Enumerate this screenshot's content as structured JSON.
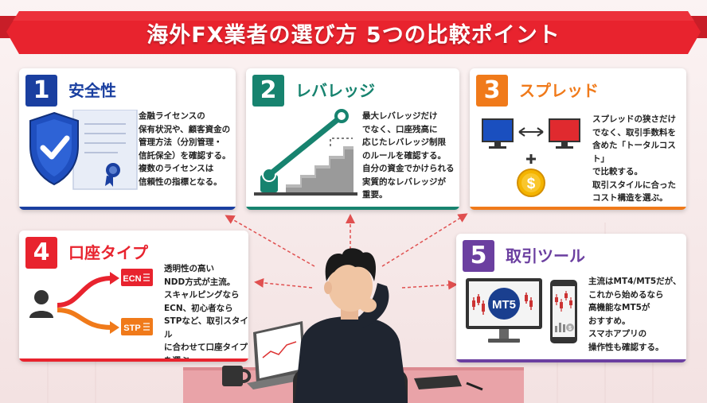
{
  "header": {
    "title": "海外FX業者の選び方  5つの比較ポイント"
  },
  "colors": {
    "red": "#e8232e",
    "blue": "#1a3fa0",
    "teal": "#17836f",
    "orange": "#f07a1a",
    "purple": "#6b3fa0"
  },
  "cards": [
    {
      "number": "1",
      "title": "安全性",
      "description": "金融ライセンスの\n保有状況や、顧客資金の\n管理方法（分別管理・\n信託保全）を確認する。\n複数のライセンスは\n信頼性の指標となる。",
      "icon": "shield-check-icon"
    },
    {
      "number": "2",
      "title": "レバレッジ",
      "description": "最大レバレッジだけ\nでなく、口座残高に\n応じたレバレッジ制限\nのルールを確認する。\n自分の資金でかけられる\n実質的なレバレッジが\n重要。",
      "icon": "leverage-stairs-icon"
    },
    {
      "number": "3",
      "title": "スプレッド",
      "description": "スプレッドの狭さだけ\nでなく、取引手数料を\n含めた「トータルコスト」\nで比較する。\n取引スタイルに合った\nコスト構造を選ぶ。",
      "icon": "dollar-coin-icon"
    },
    {
      "number": "4",
      "title": "口座タイプ",
      "description": "透明性の高い\nNDD方式が主流。\nスキャルピングなら\nECN、初心者なら\nSTPなど、取引スタイル\nに合わせて口座タイプ\nを選ぶ。",
      "icon": "account-branch-icon",
      "tag_ecn": "ECN",
      "tag_stp": "STP"
    },
    {
      "number": "5",
      "title": "取引ツール",
      "description": "主流はMT4/MT5だが、\nこれから始めるなら\n高機能なMT5が\nおすすめ。\nスマホアプリの\n操作性も確認する。",
      "icon": "trading-platform-icon",
      "monitor_label": "MT5",
      "phone_label": "$"
    }
  ]
}
